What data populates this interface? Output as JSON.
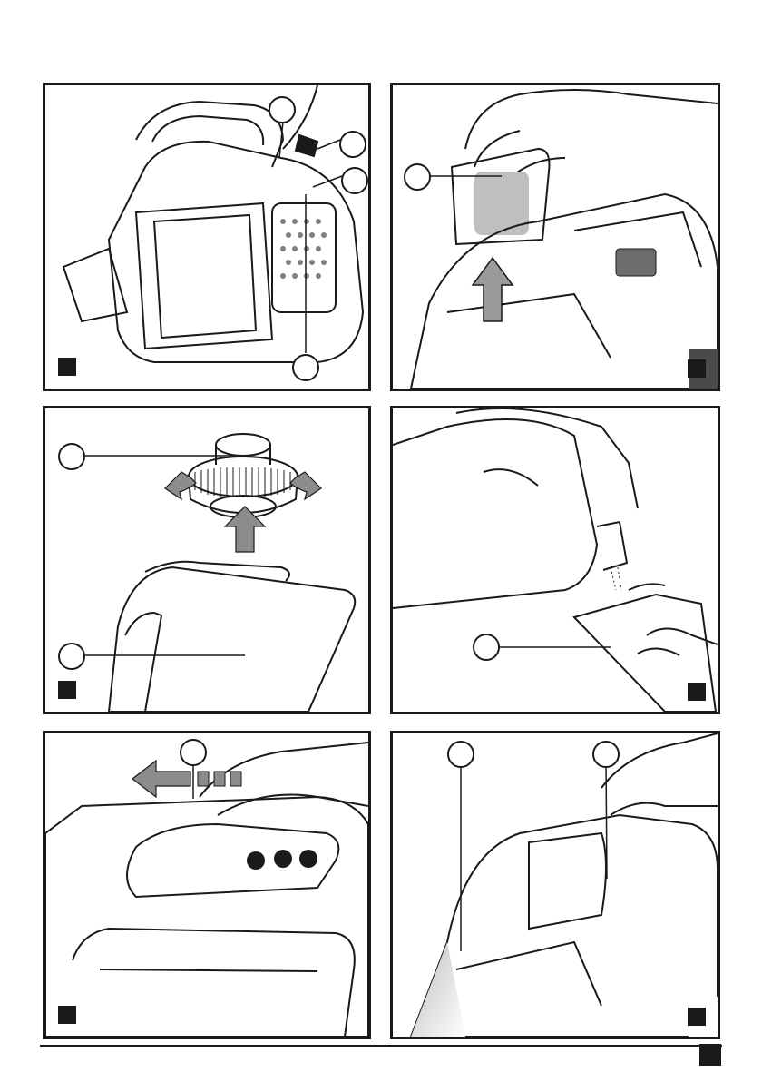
{
  "page": {
    "figures": [
      {
        "id": "fig-a",
        "callouts": 4
      },
      {
        "id": "fig-b",
        "callouts": 1
      },
      {
        "id": "fig-c",
        "callouts": 2
      },
      {
        "id": "fig-d",
        "callouts": 1
      },
      {
        "id": "fig-e",
        "callouts": 1
      },
      {
        "id": "fig-f",
        "callouts": 2
      }
    ],
    "icons": [
      "arrow-up-icon",
      "rotate-arrows-icon",
      "slide-left-arrow-icon",
      "hand-icon"
    ],
    "colors": {
      "ink": "#1a1a1a",
      "arrow_fill": "#8c8c8c",
      "paper": "#ffffff"
    }
  }
}
